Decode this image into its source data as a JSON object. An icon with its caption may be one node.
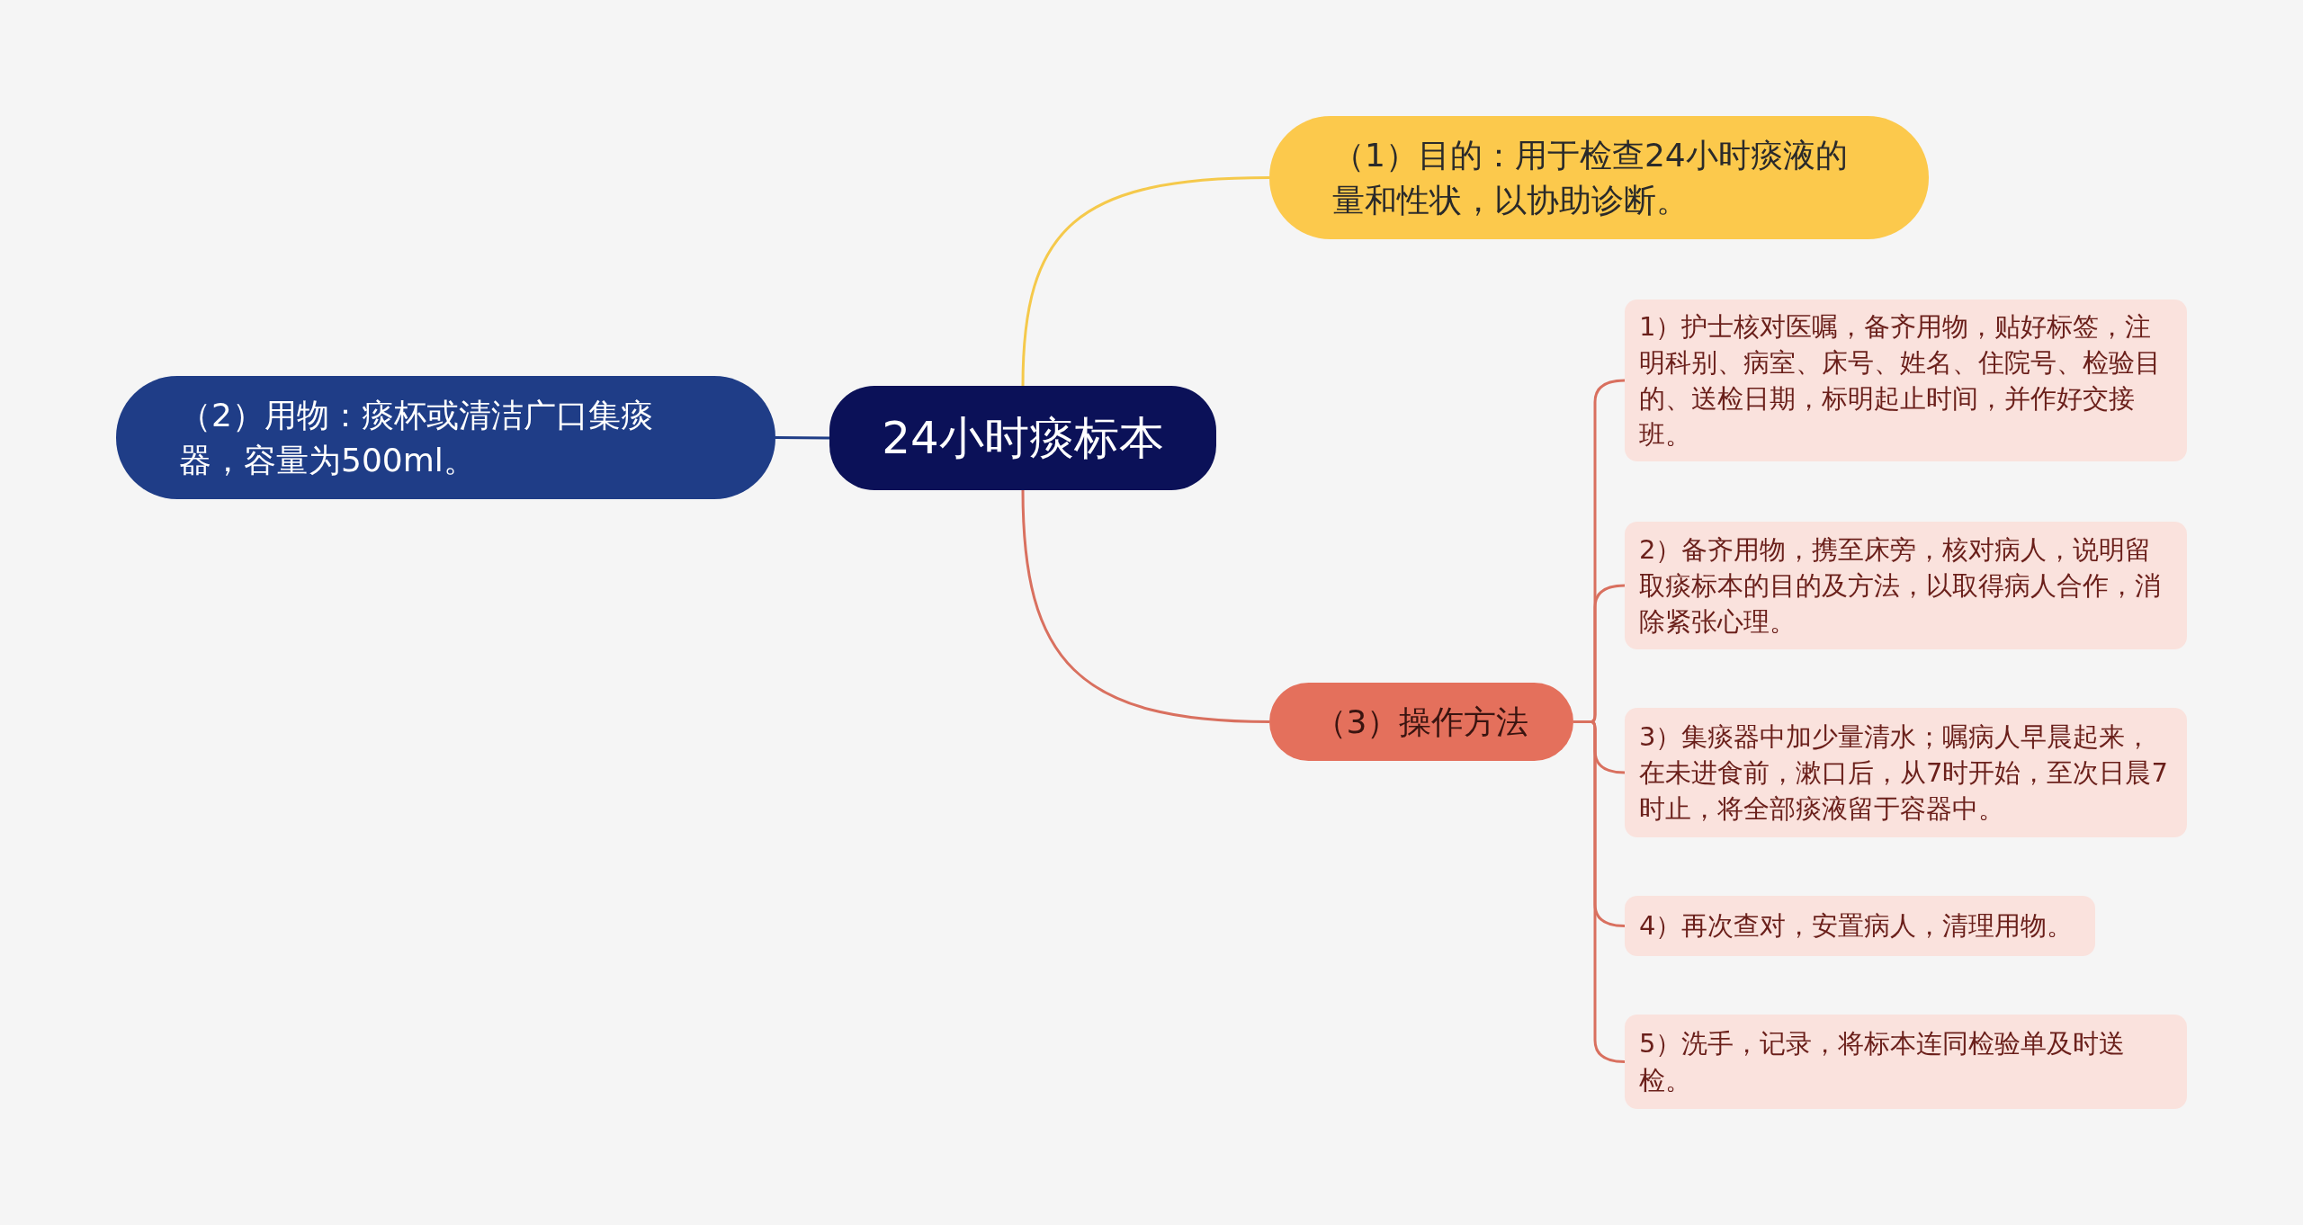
{
  "diagram": {
    "nodes": [
      {
        "text": [
          "24小时痰标本"
        ]
      },
      {
        "text": [
          "（1）目的：用于检查24小时痰液的量和性状，以协助诊断。"
        ]
      },
      {
        "text": [
          "（2）用物：痰杯或清洁广口集痰器，容量为500ml。"
        ]
      },
      {
        "text": [
          "（3）操作方法"
        ]
      },
      {
        "text": [
          "1）护士核对医嘱，备齐用物，贴好标签，注明科别、病室、床号、姓名、住院号、检验目的、送检日期，标明起止时间，并作好交接班。"
        ]
      },
      {
        "text": [
          "2）备齐用物，携至床旁，核对病人，说明留取痰标本的目的及方法，以取得病人合作，消除紧张心理。"
        ]
      },
      {
        "text": [
          "3）集痰器中加少量清水；嘱病人早晨起来，在未进食前，漱口后，从7时开始，至次日晨7时止，将全部痰液留于容器中。"
        ]
      },
      {
        "text": [
          "4）再次查对，安置病人，清理用物。"
        ]
      },
      {
        "text": [
          "5）洗手，记录，将标本连同检验单及时送检。"
        ]
      }
    ],
    "edges": [
      {
        "from": 0,
        "to": 1,
        "arrow": "none",
        "color": "#f5c94b"
      },
      {
        "from": 0,
        "to": 2,
        "arrow": "none",
        "color": "#1f3d87"
      },
      {
        "from": 0,
        "to": 3,
        "arrow": "none"
      },
      {
        "from": 3,
        "to": 4,
        "arrow": "none"
      },
      {
        "from": 3,
        "to": 5,
        "arrow": "none"
      },
      {
        "from": 3,
        "to": 6,
        "arrow": "none"
      },
      {
        "from": 3,
        "to": 7,
        "arrow": "none"
      },
      {
        "from": 3,
        "to": 8,
        "arrow": "none"
      }
    ]
  }
}
